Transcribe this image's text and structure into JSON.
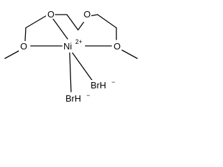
{
  "molecule": {
    "atoms": {
      "o_top_left": "O",
      "o_top_right": "O",
      "o_left": "O",
      "o_right": "O",
      "nickel": "Ni",
      "nickel_charge": "2+",
      "br_right": "BrH",
      "br_right_charge": "−",
      "br_bottom": "BrH",
      "br_bottom_charge": "−"
    }
  },
  "colors": {
    "bond": "#000000",
    "text": "#000000",
    "background": "#ffffff"
  }
}
